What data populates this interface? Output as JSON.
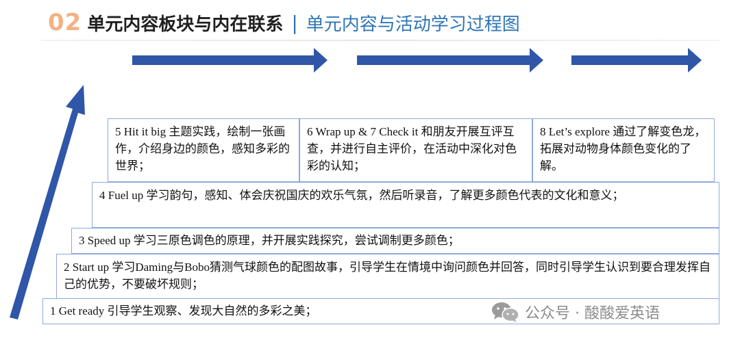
{
  "header": {
    "number": "02",
    "title": "单元内容板块与内在联系",
    "separator": "|",
    "subtitle": "单元内容与活动学习过程图"
  },
  "steps": [
    {
      "text": "1 Get ready 引导学生观察、发现大自然的多彩之美；"
    },
    {
      "text": "2 Start up 学习Daming与Bobo猜测气球颜色的配图故事，引导学生在情境中询问颜色并回答，同时引导学生认识到要合理发挥自己的优势，不要破坏规则；"
    },
    {
      "text": "3 Speed up 学习三原色调色的原理，并开展实践探究，尝试调制更多颜色；"
    },
    {
      "text": "4 Fuel up 学习韵句，感知、体会庆祝国庆的欢乐气氛，然后听录音，了解更多颜色代表的文化和意义；"
    },
    {
      "text": "5 Hit it big 主题实践，绘制一张画作，介绍身边的颜色，感知多彩的世界；"
    },
    {
      "text": "6 Wrap up & 7 Check it 和朋友开展互评互查，并进行自主评价，在活动中深化对色彩的认知；"
    },
    {
      "text": "8 Let’s explore 通过了解变色龙，拓展对动物身体颜色变化的了解。"
    }
  ],
  "watermark": {
    "text": "公众号 · 酸酸爱英语",
    "icon": "wechat-icon"
  },
  "colors": {
    "arrow": "#2f56a7",
    "number": "#f4b183",
    "subtitle": "#2e75b6",
    "box_border": "#8ea9db"
  }
}
